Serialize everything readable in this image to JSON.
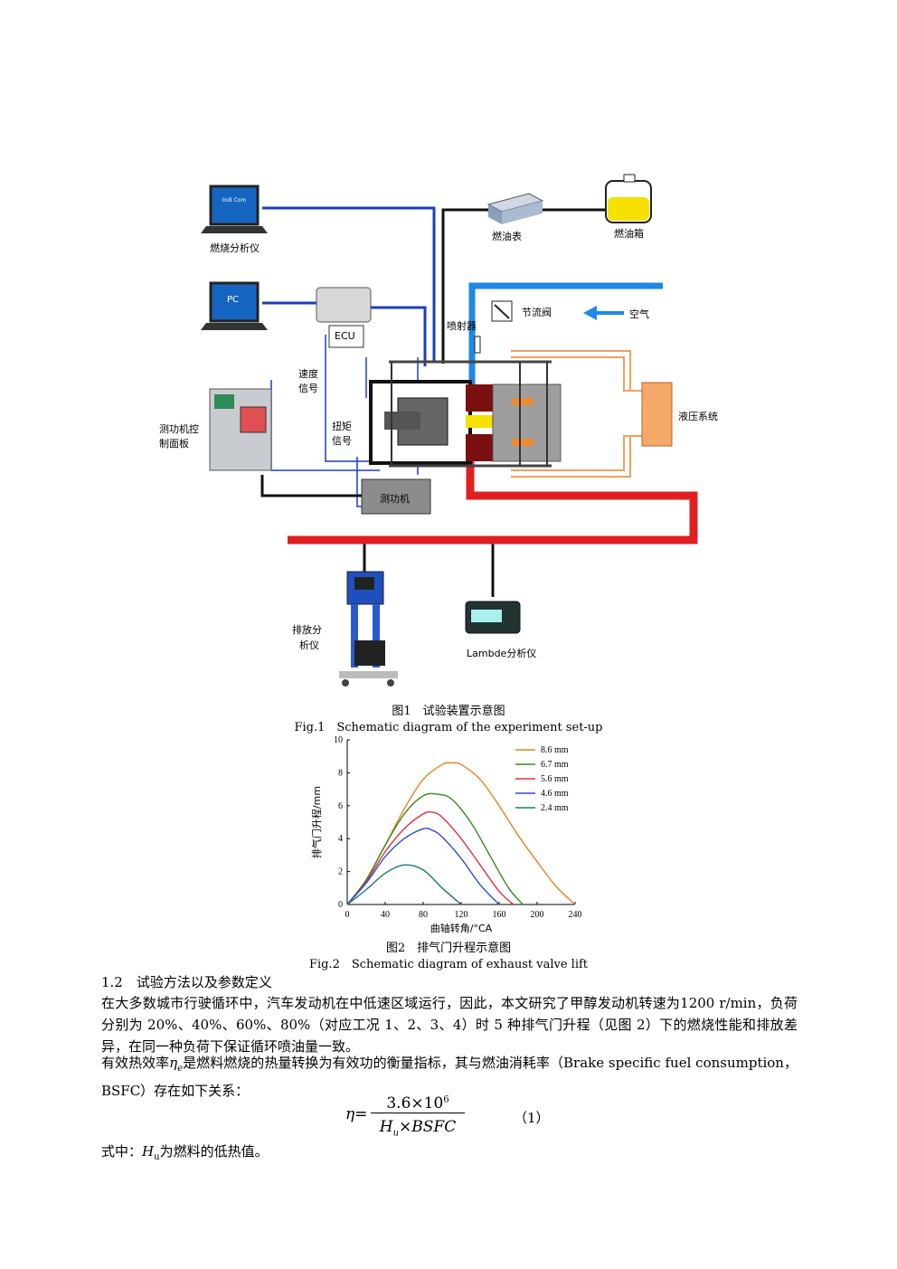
{
  "fig1": {
    "labels": {
      "combustion_analyzer": "燃烧分析仪",
      "combustion_analyzer_screen": "Indi Com",
      "pc": "PC",
      "ecu": "ECU",
      "fuel_meter": "燃油表",
      "fuel_tank": "燃油箱",
      "injector": "喷射器",
      "throttle": "节流阀",
      "air": "空气",
      "speed_signal_1": "速度",
      "speed_signal_2": "信号",
      "torque_signal_1": "扭矩",
      "torque_signal_2": "信号",
      "dyno_panel_1": "测功机控",
      "dyno_panel_2": "制面板",
      "hydraulic": "液压系统",
      "dyno": "测功机",
      "emission_analyzer_1": "排放分",
      "emission_analyzer_2": "析仪",
      "lambda_analyzer": "Lambde分析仪"
    },
    "caption_cn": "图1　试验装置示意图",
    "caption_en": "Fig.1　Schematic diagram of the experiment set-up"
  },
  "fig2": {
    "caption_cn": "图2　排气门升程示意图",
    "caption_en": "Fig.2　Schematic diagram of exhaust valve lift"
  },
  "chart_data": {
    "type": "line",
    "xlabel": "曲轴转角/°CA",
    "ylabel": "排气门升程/mm",
    "xlim": [
      0,
      240
    ],
    "ylim": [
      0,
      10
    ],
    "xticks": [
      0,
      40,
      80,
      120,
      160,
      200,
      240
    ],
    "yticks": [
      0,
      2,
      4,
      6,
      8,
      10
    ],
    "legend_position": "top-right",
    "series": [
      {
        "name": "8.6 mm",
        "color": "#e8821e",
        "x": [
          0,
          20,
          40,
          60,
          80,
          100,
          110,
          120,
          140,
          160,
          180,
          200,
          220,
          240
        ],
        "y": [
          0,
          1.5,
          3.6,
          5.8,
          7.6,
          8.5,
          8.6,
          8.5,
          7.6,
          6.0,
          4.2,
          2.6,
          1.1,
          0
        ]
      },
      {
        "name": "6.7 mm",
        "color": "#3a8a1e",
        "x": [
          0,
          20,
          40,
          60,
          80,
          95,
          110,
          130,
          150,
          170,
          185
        ],
        "y": [
          0,
          1.5,
          3.6,
          5.5,
          6.6,
          6.7,
          6.4,
          5.0,
          3.0,
          1.0,
          0
        ]
      },
      {
        "name": "5.6 mm",
        "color": "#e03040",
        "x": [
          0,
          20,
          40,
          60,
          80,
          90,
          100,
          120,
          140,
          160,
          175
        ],
        "y": [
          0,
          1.4,
          3.2,
          4.6,
          5.5,
          5.6,
          5.3,
          4.0,
          2.4,
          0.8,
          0
        ]
      },
      {
        "name": "4.6 mm",
        "color": "#2a4fd0",
        "x": [
          0,
          20,
          40,
          60,
          80,
          90,
          100,
          120,
          140,
          160
        ],
        "y": [
          0,
          1.3,
          2.9,
          4.0,
          4.6,
          4.5,
          4.1,
          2.8,
          1.2,
          0
        ]
      },
      {
        "name": "2.4 mm",
        "color": "#1a7a70",
        "x": [
          0,
          20,
          40,
          60,
          80,
          100,
          120
        ],
        "y": [
          0,
          0.9,
          1.9,
          2.4,
          2.1,
          1.0,
          0
        ]
      }
    ]
  },
  "section": {
    "heading": "1.2　试验方法以及参数定义",
    "para1": "在大多数城市行驶循环中，汽车发动机在中低速区域运行，因此，本文研究了甲醇发动机转速为1200 r/min，负荷分别为 20%、40%、60%、80%（对应工况 1、2、3、4）时 5 种排气门升程（见图 2）下的燃烧性能和排放差异，在同一种负荷下保证循环喷油量一致。",
    "para2_a": "有效热效率",
    "para2_sym": "η",
    "para2_sub": "e",
    "para2_b": "是燃料燃烧的热量转换为有效功的衡量指标，其与燃油消耗率（Brake specific fuel consumption，BSFC）存在如下关系：",
    "eq_lhs": "η=",
    "eq_num": "3.6×10",
    "eq_num_exp": "6",
    "eq_den_H": "H",
    "eq_den_sub": "u",
    "eq_den_rest": "×BSFC",
    "eq_number": "（1）",
    "note_a": "式中：",
    "note_H": "H",
    "note_sub": "u",
    "note_b": "为燃料的低热值。"
  }
}
